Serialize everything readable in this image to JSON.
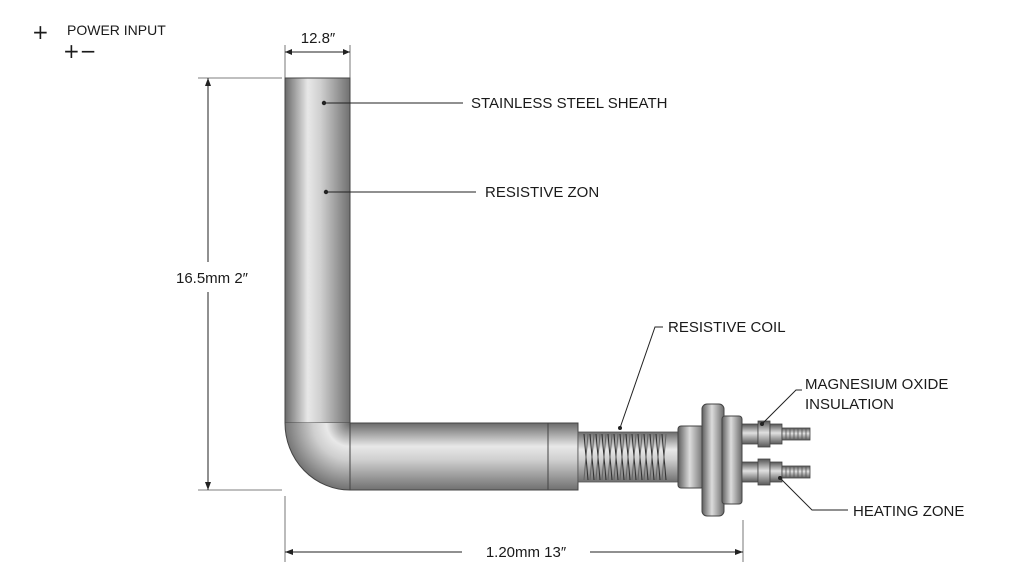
{
  "power": {
    "label": "POWER INPUT",
    "plus_symbol": "+",
    "plus_minus_symbol": "+−"
  },
  "dimensions": {
    "width": "12.8″",
    "height": "16.5mm 2″",
    "length": "1.20mm 13″"
  },
  "callouts": {
    "sheath": "STAINLESS STEEL SHEATH",
    "resistive_zone": "RESISTIVE ZON",
    "resistive_coil": "RESISTIVE COIL",
    "insulation_line1": "MAGNESIUM OXIDE",
    "insulation_line2": "INSULATION",
    "heating_zone": "HEATING ZONE"
  },
  "colors": {
    "steel_dark": "#6e6e6e",
    "steel_light": "#e6e6e6",
    "line": "#222222"
  }
}
